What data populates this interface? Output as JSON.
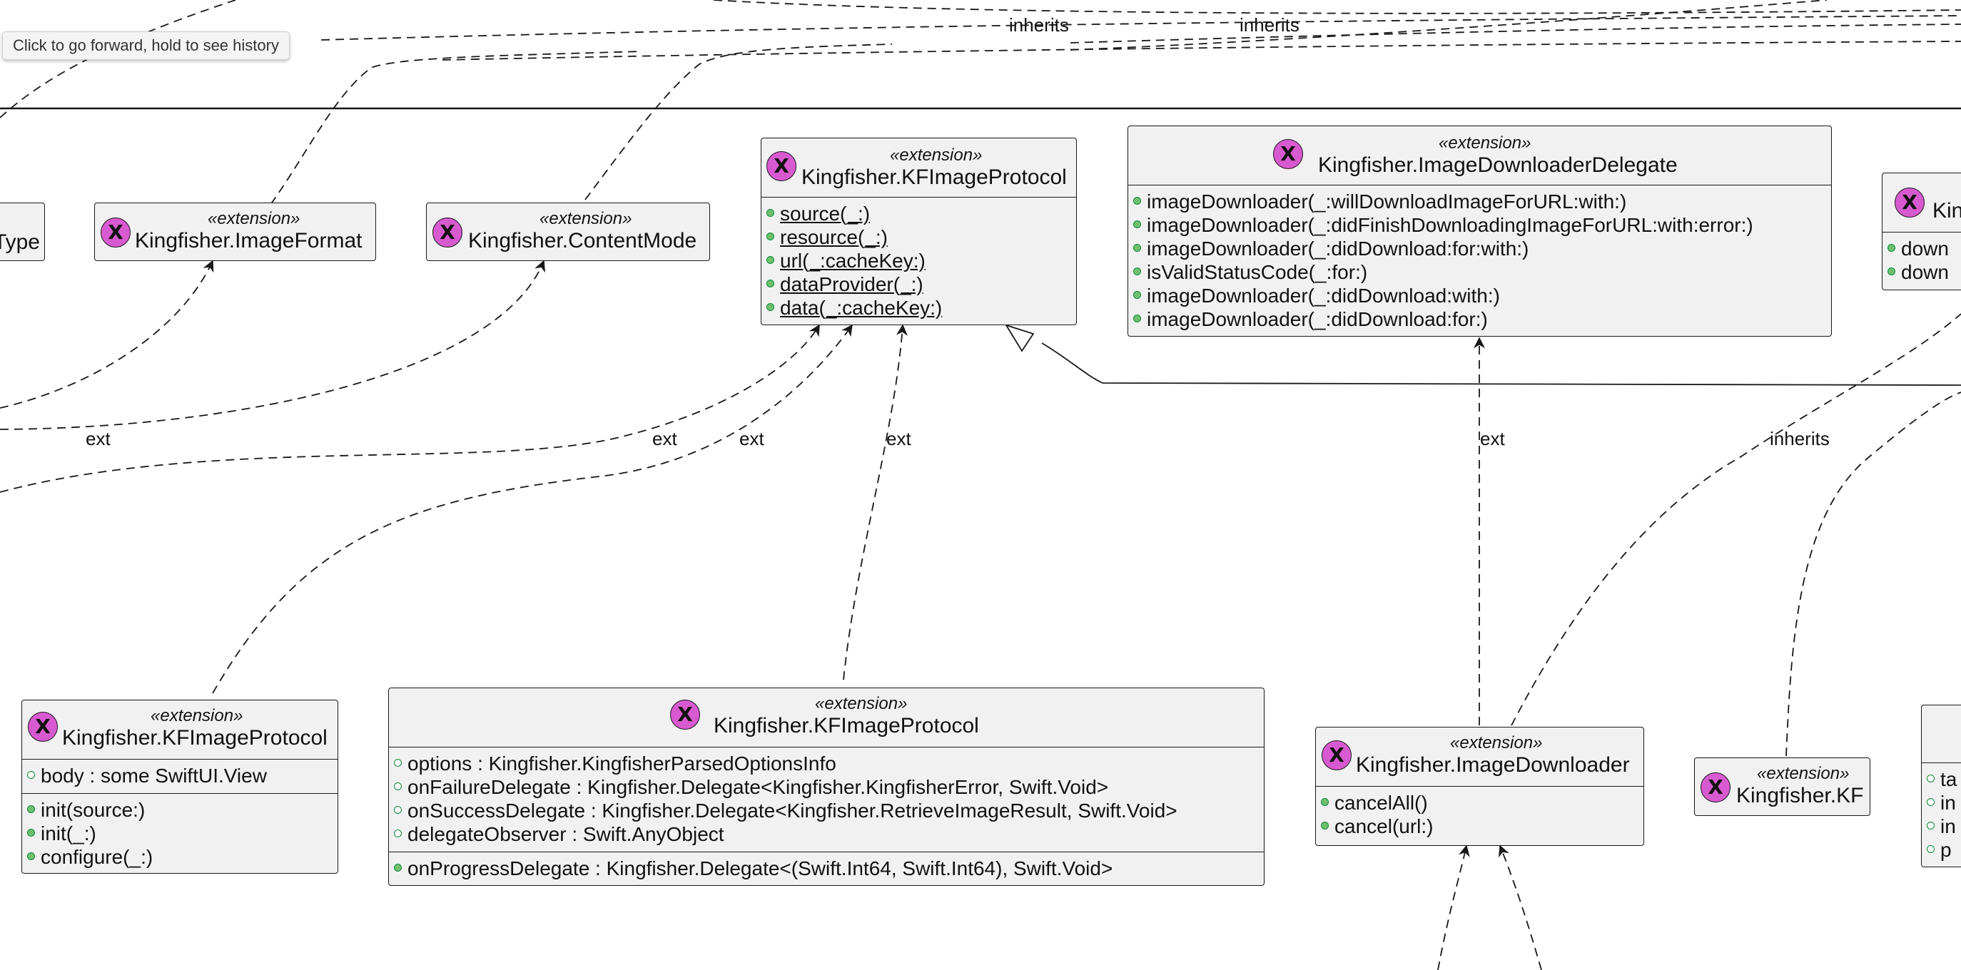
{
  "tooltip": "Click to go forward, hold to see history",
  "colors": {
    "badge": "#d85ad0",
    "box_fill": "#f1f1f1",
    "line": "#181818",
    "visibility_marker": "#0d8a3a"
  },
  "icon_letter": "X",
  "classes": {
    "partial_type": {
      "name": "Type"
    },
    "image_format": {
      "stereotype": "«extension»",
      "name": "Kingfisher.ImageFormat"
    },
    "content_mode": {
      "stereotype": "«extension»",
      "name": "Kingfisher.ContentMode"
    },
    "kf_image_protocol_top": {
      "stereotype": "«extension»",
      "name": "Kingfisher.KFImageProtocol",
      "methods": [
        "source(_:)",
        "resource(_:)",
        "url(_:cacheKey:)",
        "dataProvider(_:)",
        "data(_:cacheKey:)"
      ]
    },
    "image_downloader_delegate": {
      "stereotype": "«extension»",
      "name": "Kingfisher.ImageDownloaderDelegate",
      "methods": [
        "imageDownloader(_:willDownloadImageForURL:with:)",
        "imageDownloader(_:didFinishDownloadingImageForURL:with:error:)",
        "imageDownloader(_:didDownload:for:with:)",
        "isValidStatusCode(_:for:)",
        "imageDownloader(_:didDownload:with:)",
        "imageDownloader(_:didDownload:for:)"
      ]
    },
    "partial_right_top": {
      "name": "Kin",
      "methods": [
        "down",
        "down"
      ]
    },
    "kf_image_protocol_small": {
      "stereotype": "«extension»",
      "name": "Kingfisher.KFImageProtocol",
      "fields": [
        "body : some SwiftUI.View"
      ],
      "methods": [
        "init(source:)",
        "init(_:)",
        "configure(_:)"
      ]
    },
    "kf_image_protocol_large": {
      "stereotype": "«extension»",
      "name": "Kingfisher.KFImageProtocol",
      "fields": [
        "options : Kingfisher.KingfisherParsedOptionsInfo",
        "onFailureDelegate : Kingfisher.Delegate<Kingfisher.KingfisherError, Swift.Void>",
        "onSuccessDelegate : Kingfisher.Delegate<Kingfisher.RetrieveImageResult, Swift.Void>",
        "delegateObserver : Swift.AnyObject"
      ],
      "methods": [
        "onProgressDelegate : Kingfisher.Delegate<(Swift.Int64, Swift.Int64), Swift.Void>"
      ]
    },
    "image_downloader": {
      "stereotype": "«extension»",
      "name": "Kingfisher.ImageDownloader",
      "methods": [
        "cancelAll()",
        "cancel(url:)"
      ]
    },
    "kf": {
      "stereotype": "«extension»",
      "name": "Kingfisher.KF"
    },
    "partial_right_bottom": {
      "fields": [
        "ta",
        "in",
        "in",
        "p"
      ]
    }
  },
  "edge_labels": {
    "inherits_1": "inherits",
    "inherits_2": "inherits",
    "inherits_3": "inherits",
    "ext_1": "ext",
    "ext_2": "ext",
    "ext_3": "ext",
    "ext_4": "ext",
    "ext_5": "ext"
  }
}
